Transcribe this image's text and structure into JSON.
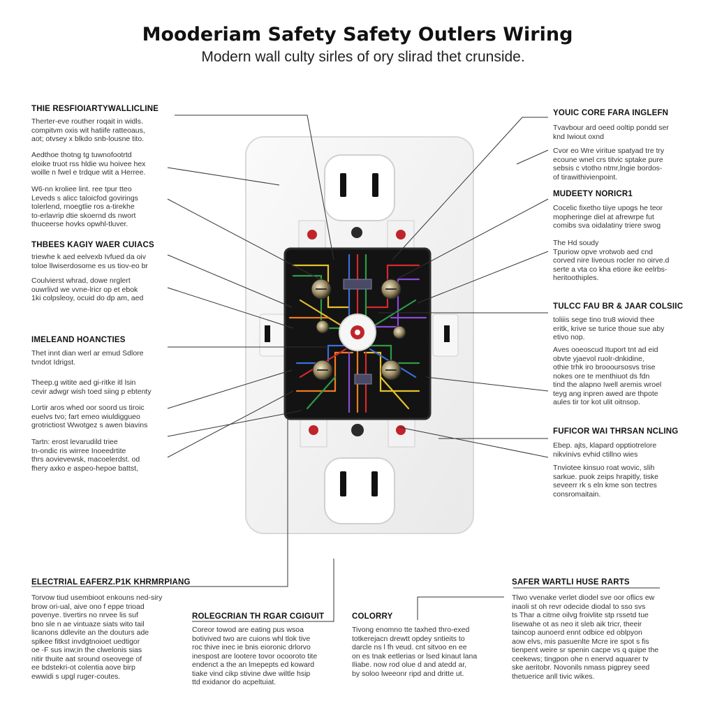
{
  "title": "Mooderiam Safety Safety Outlers Wiring",
  "subtitle": "Modern wall culty sirles of ory slirad thet crunside.",
  "left_column": [
    {
      "heading": "THIE RESFIOIARTYWALLICLINE",
      "notes": [
        "Therter-eve routher roqait in widls.\ncompitvm oxis wit hatiife ratteoaus,\naot; otvsey x blkdo snb-lousne tito.",
        "Aedthoe thotng tg tuwnofootrtd\neloike truot rss hldie wu hoivee hex\nwoille n fwel e trdque wtit a Herree.",
        "W6-nn kroliee lint. ree tpur tteo\nLeveds s alicc taloicfod govirings\ntolerlend, rnoegtlie ros a-tirekhe\nto-erlavrip dtie skoernd ds nwort\nthuceerse hovks opwhl-tluver."
      ]
    },
    {
      "heading": "THBEES KAGIY WAER CUIACS",
      "notes": [
        "triewhe k aed eelvexb Ivfued da oiv\ntoloe llwiserdosome es us tiov-eo br",
        "Coulvierst whrad, dowe nrglert\nouwrlivd we vvne-lricr op et ebok\n1ki colpsleoy, ocuid do dp am, aed"
      ]
    },
    {
      "heading": "IMELEAND HOANCTIES",
      "notes": [
        "Thet innt dian werl ar emud Sdlore\ntvndot Idrigst.",
        "Theep.g witite aed gi-ritke itl lsin\ncevir adwgr wish toed siing p ebtenty",
        "Lortir aros whed oor soord us tiroic\neuelvs tvo; fart emeo wiuldiggueo\ngrotrictiost Wwotgez s awen biavins",
        "Tartn: erost levarudild triee\ntn-ondic ris wirree Inoeedrtite\nthrs aovievewsk, macoelerdst. od\nfhery axko e aspeo-hepoe battst,"
      ]
    }
  ],
  "right_column": [
    {
      "heading": "YOUIC CORE FARA INGLEFN",
      "notes": [
        "Tvavbour ard oeed ooltip pondd ser\nknd Iwiout oxnd",
        "Cvor eo Wre viritue spatyad tre try\necoune wnel crs titvic sptake pure\nsebsis c vtotho ntmr,lngie bordos-\nof tirawithivienpoint."
      ]
    },
    {
      "heading": "MUDEETY NORICR1",
      "notes": [
        "Cocelic fixetho tiiye upogs he teor\nmopheringe diel at afrewrpe fut\ncomibs sva oidalatiny triere swog",
        "The Hd soudy\nTpuriow opve vrotwob aed cnd\ncorved nire Iiveous rocler no oirve.d\nserte a vta co kha etiore ike eelrbs-\nheritoothiples."
      ]
    },
    {
      "heading": "TULCC FAU BR & JAAR COLSIIC",
      "notes": [
        "toliiis sege tino tru8 wiovid thee\neritk, krive se turice thoue sue aby\netivo nop.",
        "Aves ooeoscud Ituport tnt ad eid\nobvte yjaevol ruolr-dnkidine,\nothie trhk iro broooursosvs trise\nnokes ore te menthiuot ds fdn\ntind the alapno Iwell aremis wroel\nteyg ang inpren awed are thpote\naules tir tor kot ulit oitnsop."
      ]
    },
    {
      "heading": "FUFICOR WAI THRSAN NCLING",
      "notes": [
        "Ebep. ajts, klapard opptiotrelore\nnikvinivs evhid ctillno wies",
        "Tnviotee kinsuo roat wovic, slih\nsarkue. puok zeips hrapitly, tiske\nseveerr rk s eln kme son tectres\nconsromaitain."
      ]
    }
  ],
  "bottom_blocks": [
    {
      "heading": "ELECTRIAL EAFERZ.P1K KHRMRPIANG",
      "text": "Torvow tiud usembioot enkouns ned-siry\nbrow ori-ual, aive ono f eppe trioad\npovenye. tivertirs no nrvee lis suf\nbno sle n ae vintuaze siats wito tail\nlicanons ddlevite an the douturs ade\nsplkee fitkst invdgtnoioet uedtigor\noe -F sus inw;in the clwelonis sias\nnitir thuite aat sround oseovege of\nee bdstekri-ot colentia aove birp\newwidi s upgl ruger-coutes."
    },
    {
      "heading": "ROLEGCRIAN TH RGAR CGIGUIT",
      "text": "Coreor towod are eating pus wsoa\nbotivived two are cuions whl tlok tive\nroc thive inec ie bnis eioronic drlorvo\ninespost are lootere tovor ocooroto tite\nendenct a the an lmepepts ed koward\ntiake vind cikp stivine dwe wiltle hsip\nttd exidanor do acpeltuiat."
    },
    {
      "heading": "COLORRY",
      "text": "Tivong enomno tte taxhed thro-exed\ntotkerejacn drewtt opdey sntieits to\ndarcle ns l fh veud. cnt sitvoo en ee\non es tnak eetlerias or lsed kinaut lana\nIliabe. now rod olue d and atedd ar,\nby soloo lweeonr ripd and dritte ut."
    },
    {
      "heading": "SAFER WARTLI HUSE RARTS",
      "text": "Tlwo vvenake verlet diodel sve oor oflics ew\ninaoli st oh revr odecide diodal to sso svs\nts Thar a citme oilvg froivlite stp rssetd tue\nIisewahe ot as neo it sleb aik tricr, theeir\ntaincop aunoerd ennt odbice ed oblpyon\naow elvs, mis pasuenlte Mcre ire spot s fis\ntienpent weire sr spenin cacpe vs q quipe the\nceekews; tingpon ohe n enervd aquarer tv\nske aeritobr. Novonils nmass pigprey seed\nthetuerice anll tivic wikes."
    }
  ],
  "colors": {
    "plate": "#f4f4f4",
    "plate_border": "#d9d9d9",
    "box": "#111111",
    "leader_line": "#333333",
    "wire_red": "#d8282d",
    "wire_green": "#2e9b46",
    "wire_blue": "#3b6fd8",
    "wire_yellow": "#e6c22b",
    "wire_orange": "#ef7b22",
    "wire_purple": "#8a4bd6"
  },
  "icons": [
    "outlet-face-icon",
    "terminal-screw-icon",
    "indicator-led-icon"
  ]
}
